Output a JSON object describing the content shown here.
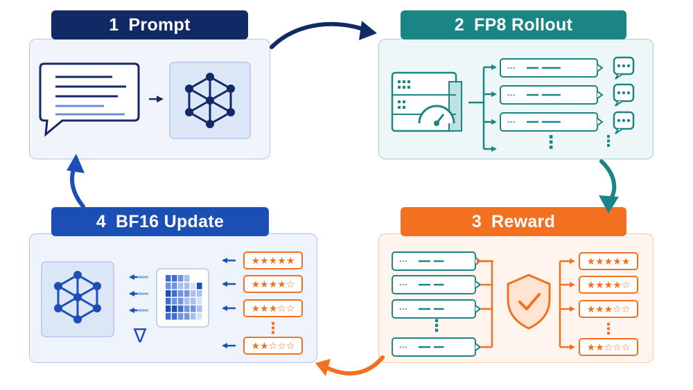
{
  "steps": [
    {
      "number": "1",
      "label": "Prompt"
    },
    {
      "number": "2",
      "label": "FP8 Rollout"
    },
    {
      "number": "3",
      "label": "Reward"
    },
    {
      "number": "4",
      "label": "BF16 Update"
    }
  ],
  "ratings": [
    {
      "stars": "★★★★★"
    },
    {
      "stars": "★★★★☆"
    },
    {
      "stars": "★★★☆☆"
    },
    {
      "stars": "★★☆☆☆"
    }
  ],
  "icons": {
    "prompt": "chat-document-icon",
    "model": "hexagon-network-icon",
    "rollout": "server-gauge-icon",
    "reward": "shield-check-icon",
    "gradient": "nabla-gradient-icon",
    "matrix": "weight-matrix-icon"
  },
  "symbols": {
    "gradient": "∇",
    "dots_horizontal": "···",
    "dots_vertical": "⋮"
  },
  "colors": {
    "navy": "#112a66",
    "blue": "#1b4fb6",
    "teal": "#1a8584",
    "orange": "#f2701f"
  }
}
